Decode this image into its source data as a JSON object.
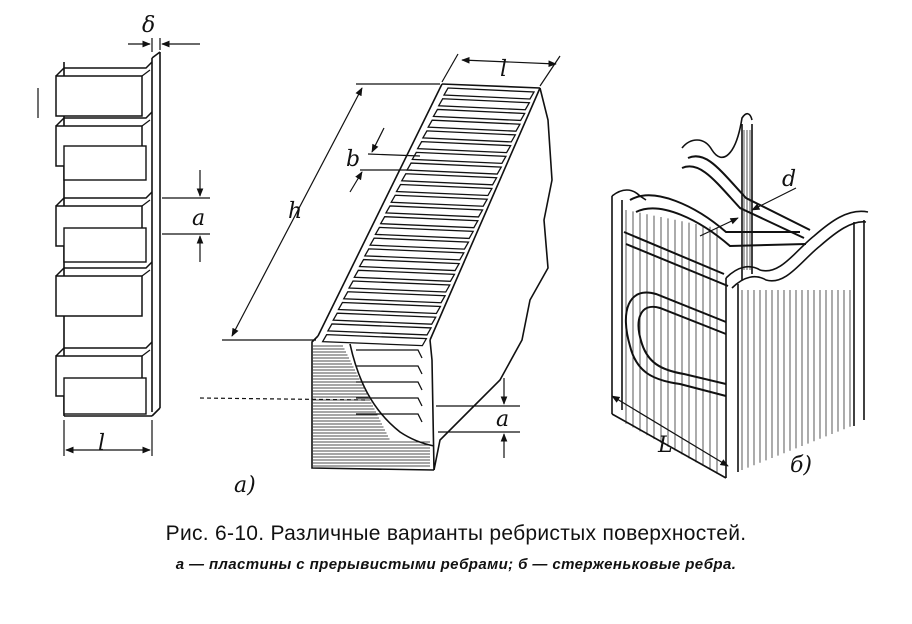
{
  "figure": {
    "labels": {
      "delta": "δ",
      "l_left": "l",
      "a_left": "a",
      "l_top": "l",
      "b": "b",
      "h": "h",
      "a_mid": "a",
      "d": "d",
      "L": "L"
    },
    "subfigures": {
      "a": "a)",
      "b": "б)"
    }
  },
  "caption": {
    "title": "Рис. 6-10. Различные варианты ребристых поверхностей.",
    "subtitle": "а — пластины с прерывистыми ребрами; б — стерженьковые ребра."
  },
  "colors": {
    "ink": "#111111",
    "paper": "#ffffff"
  }
}
